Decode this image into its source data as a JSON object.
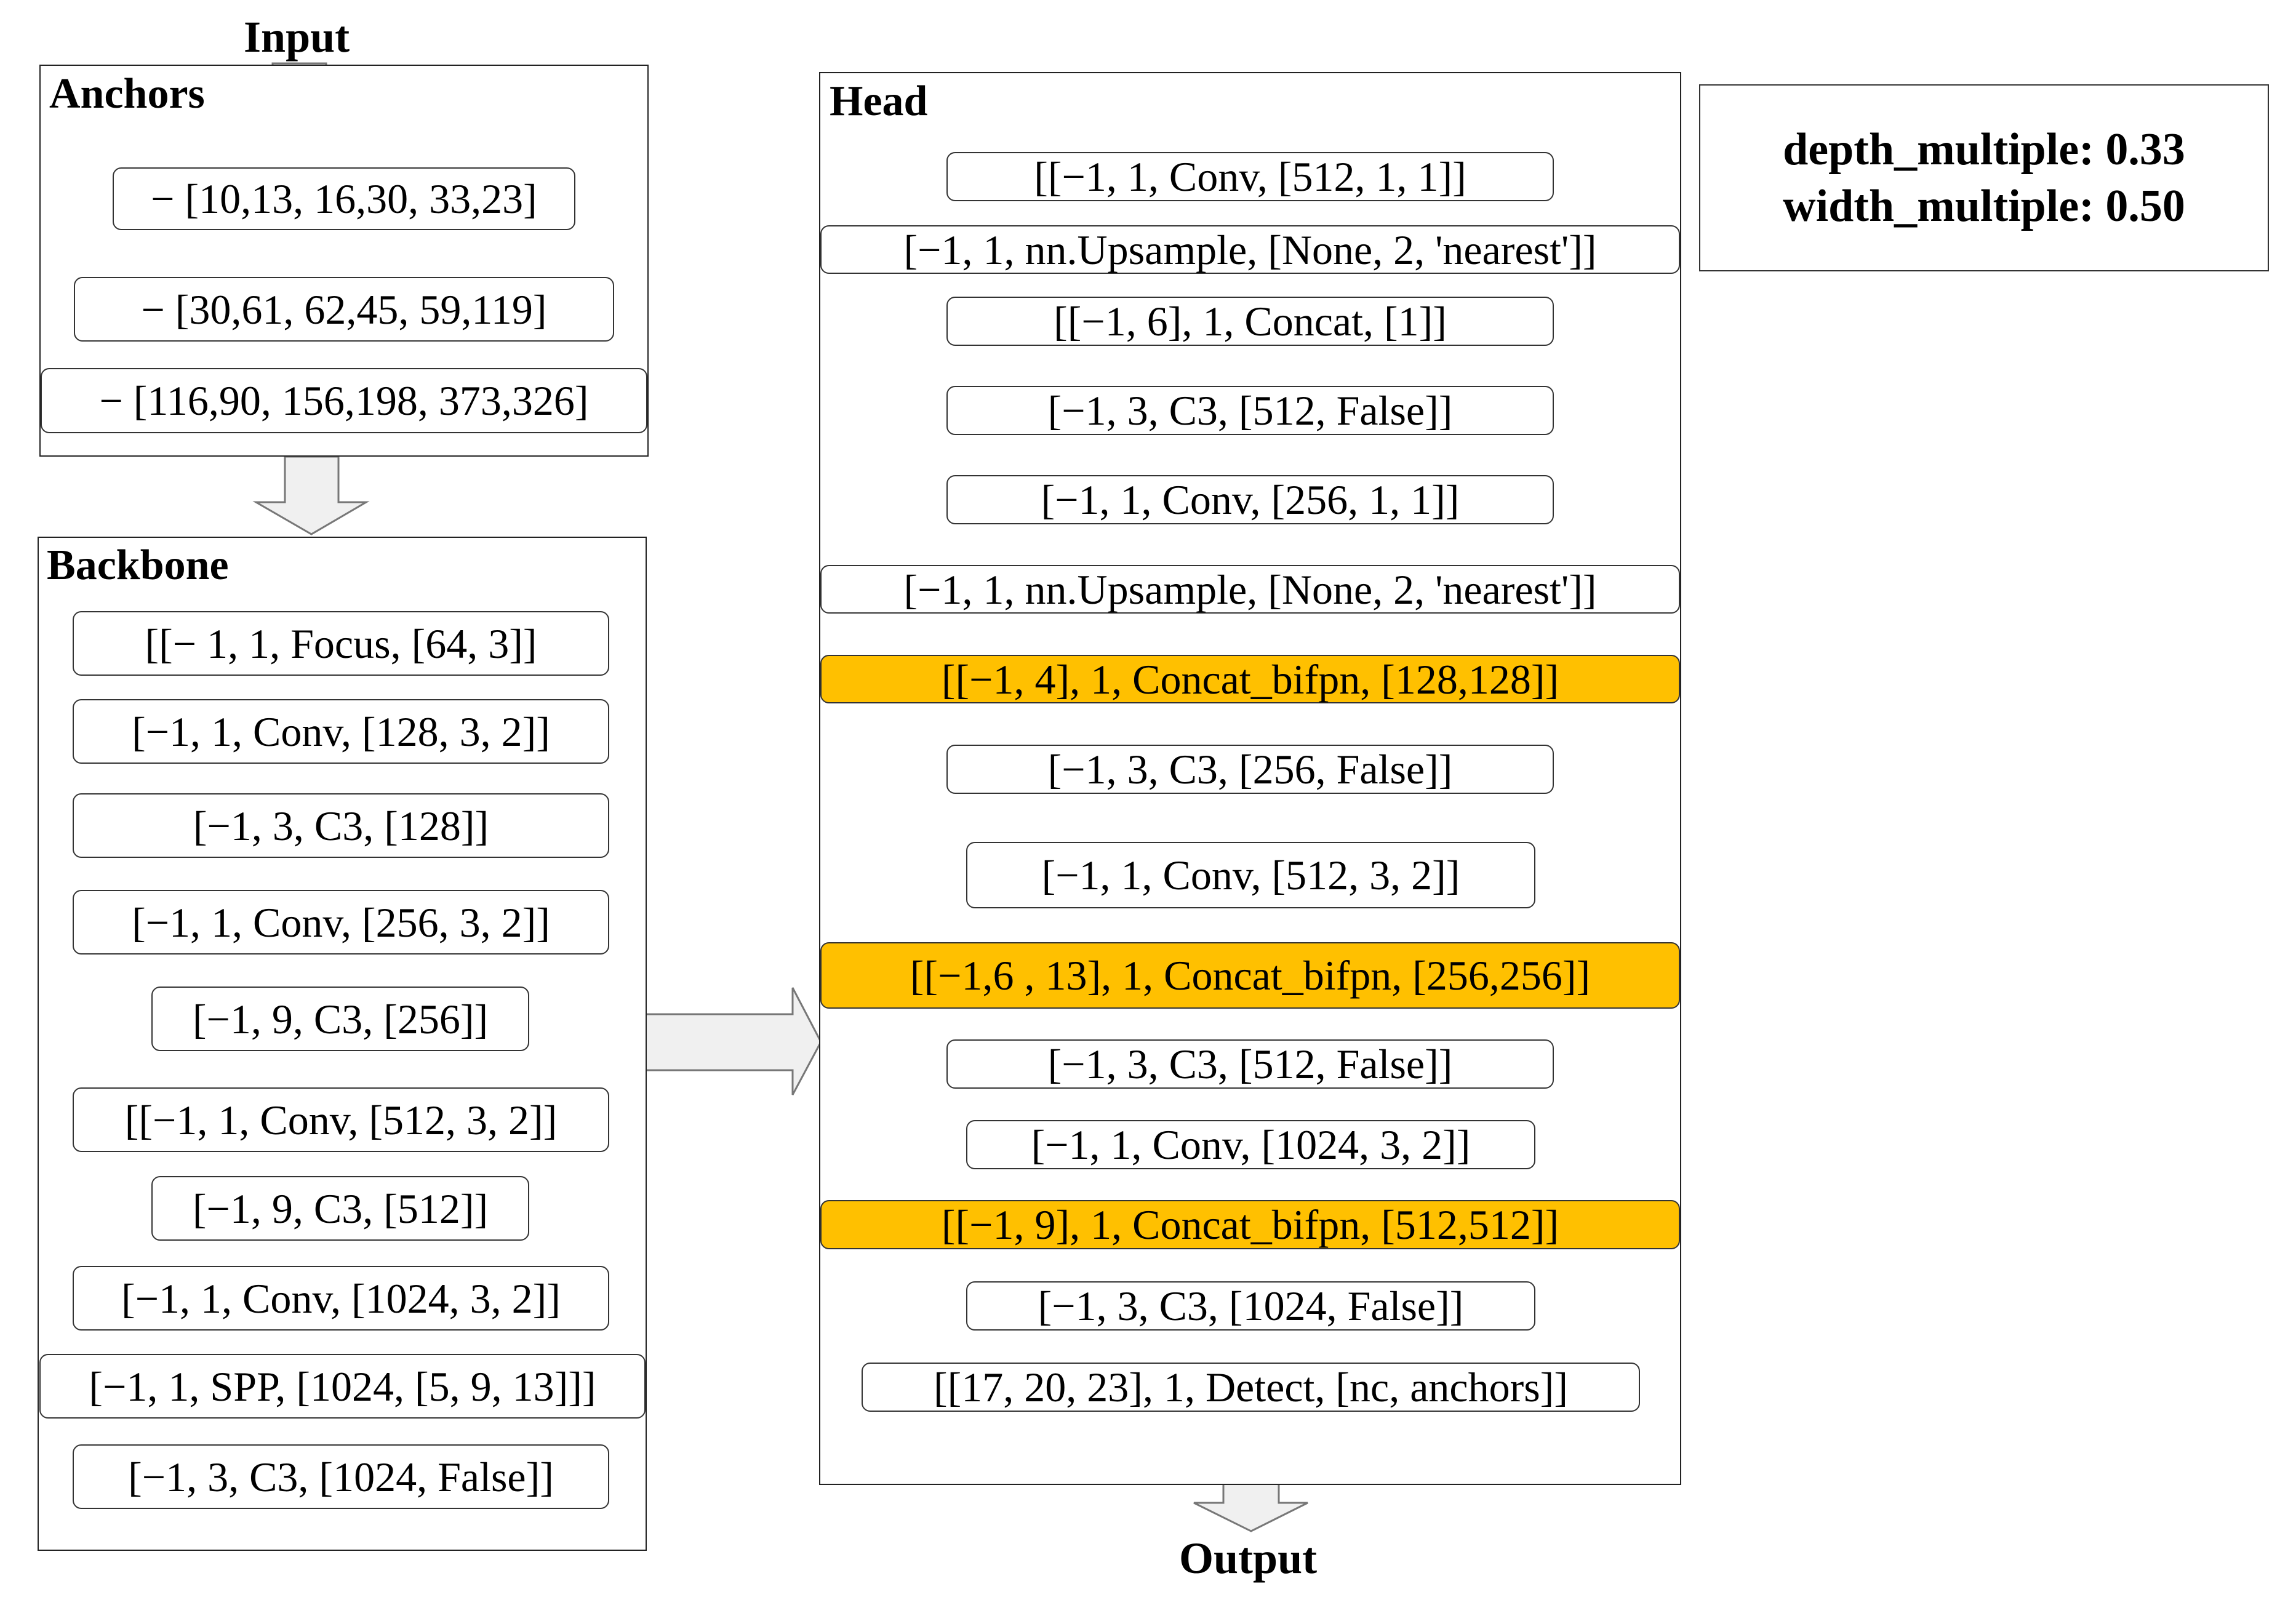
{
  "input_label": "Input",
  "output_label": "Output",
  "anchors": {
    "title": "Anchors",
    "items": [
      "− [10,13, 16,30, 33,23]",
      "− [30,61, 62,45, 59,119]",
      "− [116,90, 156,198, 373,326]"
    ]
  },
  "backbone": {
    "title": "Backbone",
    "items": [
      "[[− 1, 1, Focus, [64, 3]]",
      "[−1, 1, Conv, [128, 3, 2]]",
      "[−1, 3, C3, [128]]",
      "[−1, 1, Conv, [256, 3, 2]]",
      "[−1, 9, C3, [256]]",
      "[[−1, 1, Conv, [512, 3, 2]]",
      "[−1, 9, C3, [512]]",
      "[−1, 1, Conv, [1024, 3, 2]]",
      "[−1, 1, SPP, [1024, [5, 9, 13]]]",
      "[−1, 3, C3, [1024, False]]"
    ]
  },
  "head": {
    "title": "Head",
    "items": [
      "[[−1, 1, Conv, [512, 1, 1]]",
      "[−1, 1, nn.Upsample, [None, 2, 'nearest']]",
      "[[−1, 6], 1, Concat, [1]]",
      "[−1, 3, C3, [512, False]]",
      "[−1, 1, Conv, [256, 1, 1]]",
      "[−1, 1, nn.Upsample, [None, 2, 'nearest']]",
      "[[−1, 4], 1, Concat_bifpn, [128,128]]",
      "[−1, 3, C3, [256, False]]",
      "[−1, 1, Conv, [512, 3, 2]]",
      "[[−1,6 , 13], 1, Concat_bifpn, [256,256]]",
      "[−1, 3, C3, [512, False]]",
      "[−1, 1, Conv, [1024, 3, 2]]",
      "[[−1, 9], 1, Concat_bifpn, [512,512]]",
      "[−1, 3, C3, [1024, False]]",
      "[[17, 20, 23], 1, Detect, [nc, anchors]]"
    ],
    "highlight_color": "#ffc000"
  },
  "multipliers": {
    "depth": "depth_multiple: 0.33",
    "width": "width_multiple: 0.50"
  }
}
